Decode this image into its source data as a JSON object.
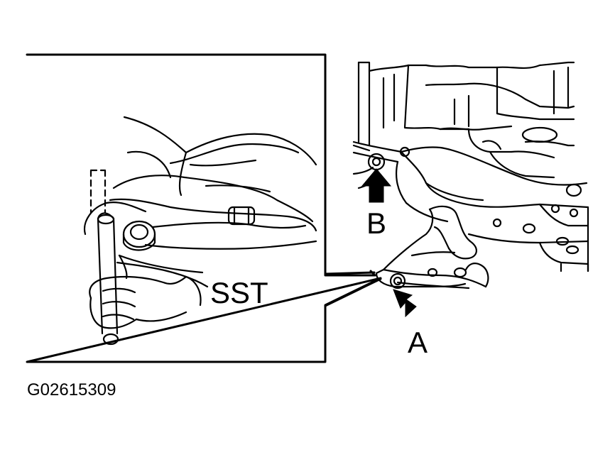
{
  "labels": {
    "sst": "SST",
    "a": "A",
    "b": "B",
    "figure_code": "G02615309"
  },
  "colors": {
    "ink": "#000000",
    "paper": "#ffffff"
  }
}
